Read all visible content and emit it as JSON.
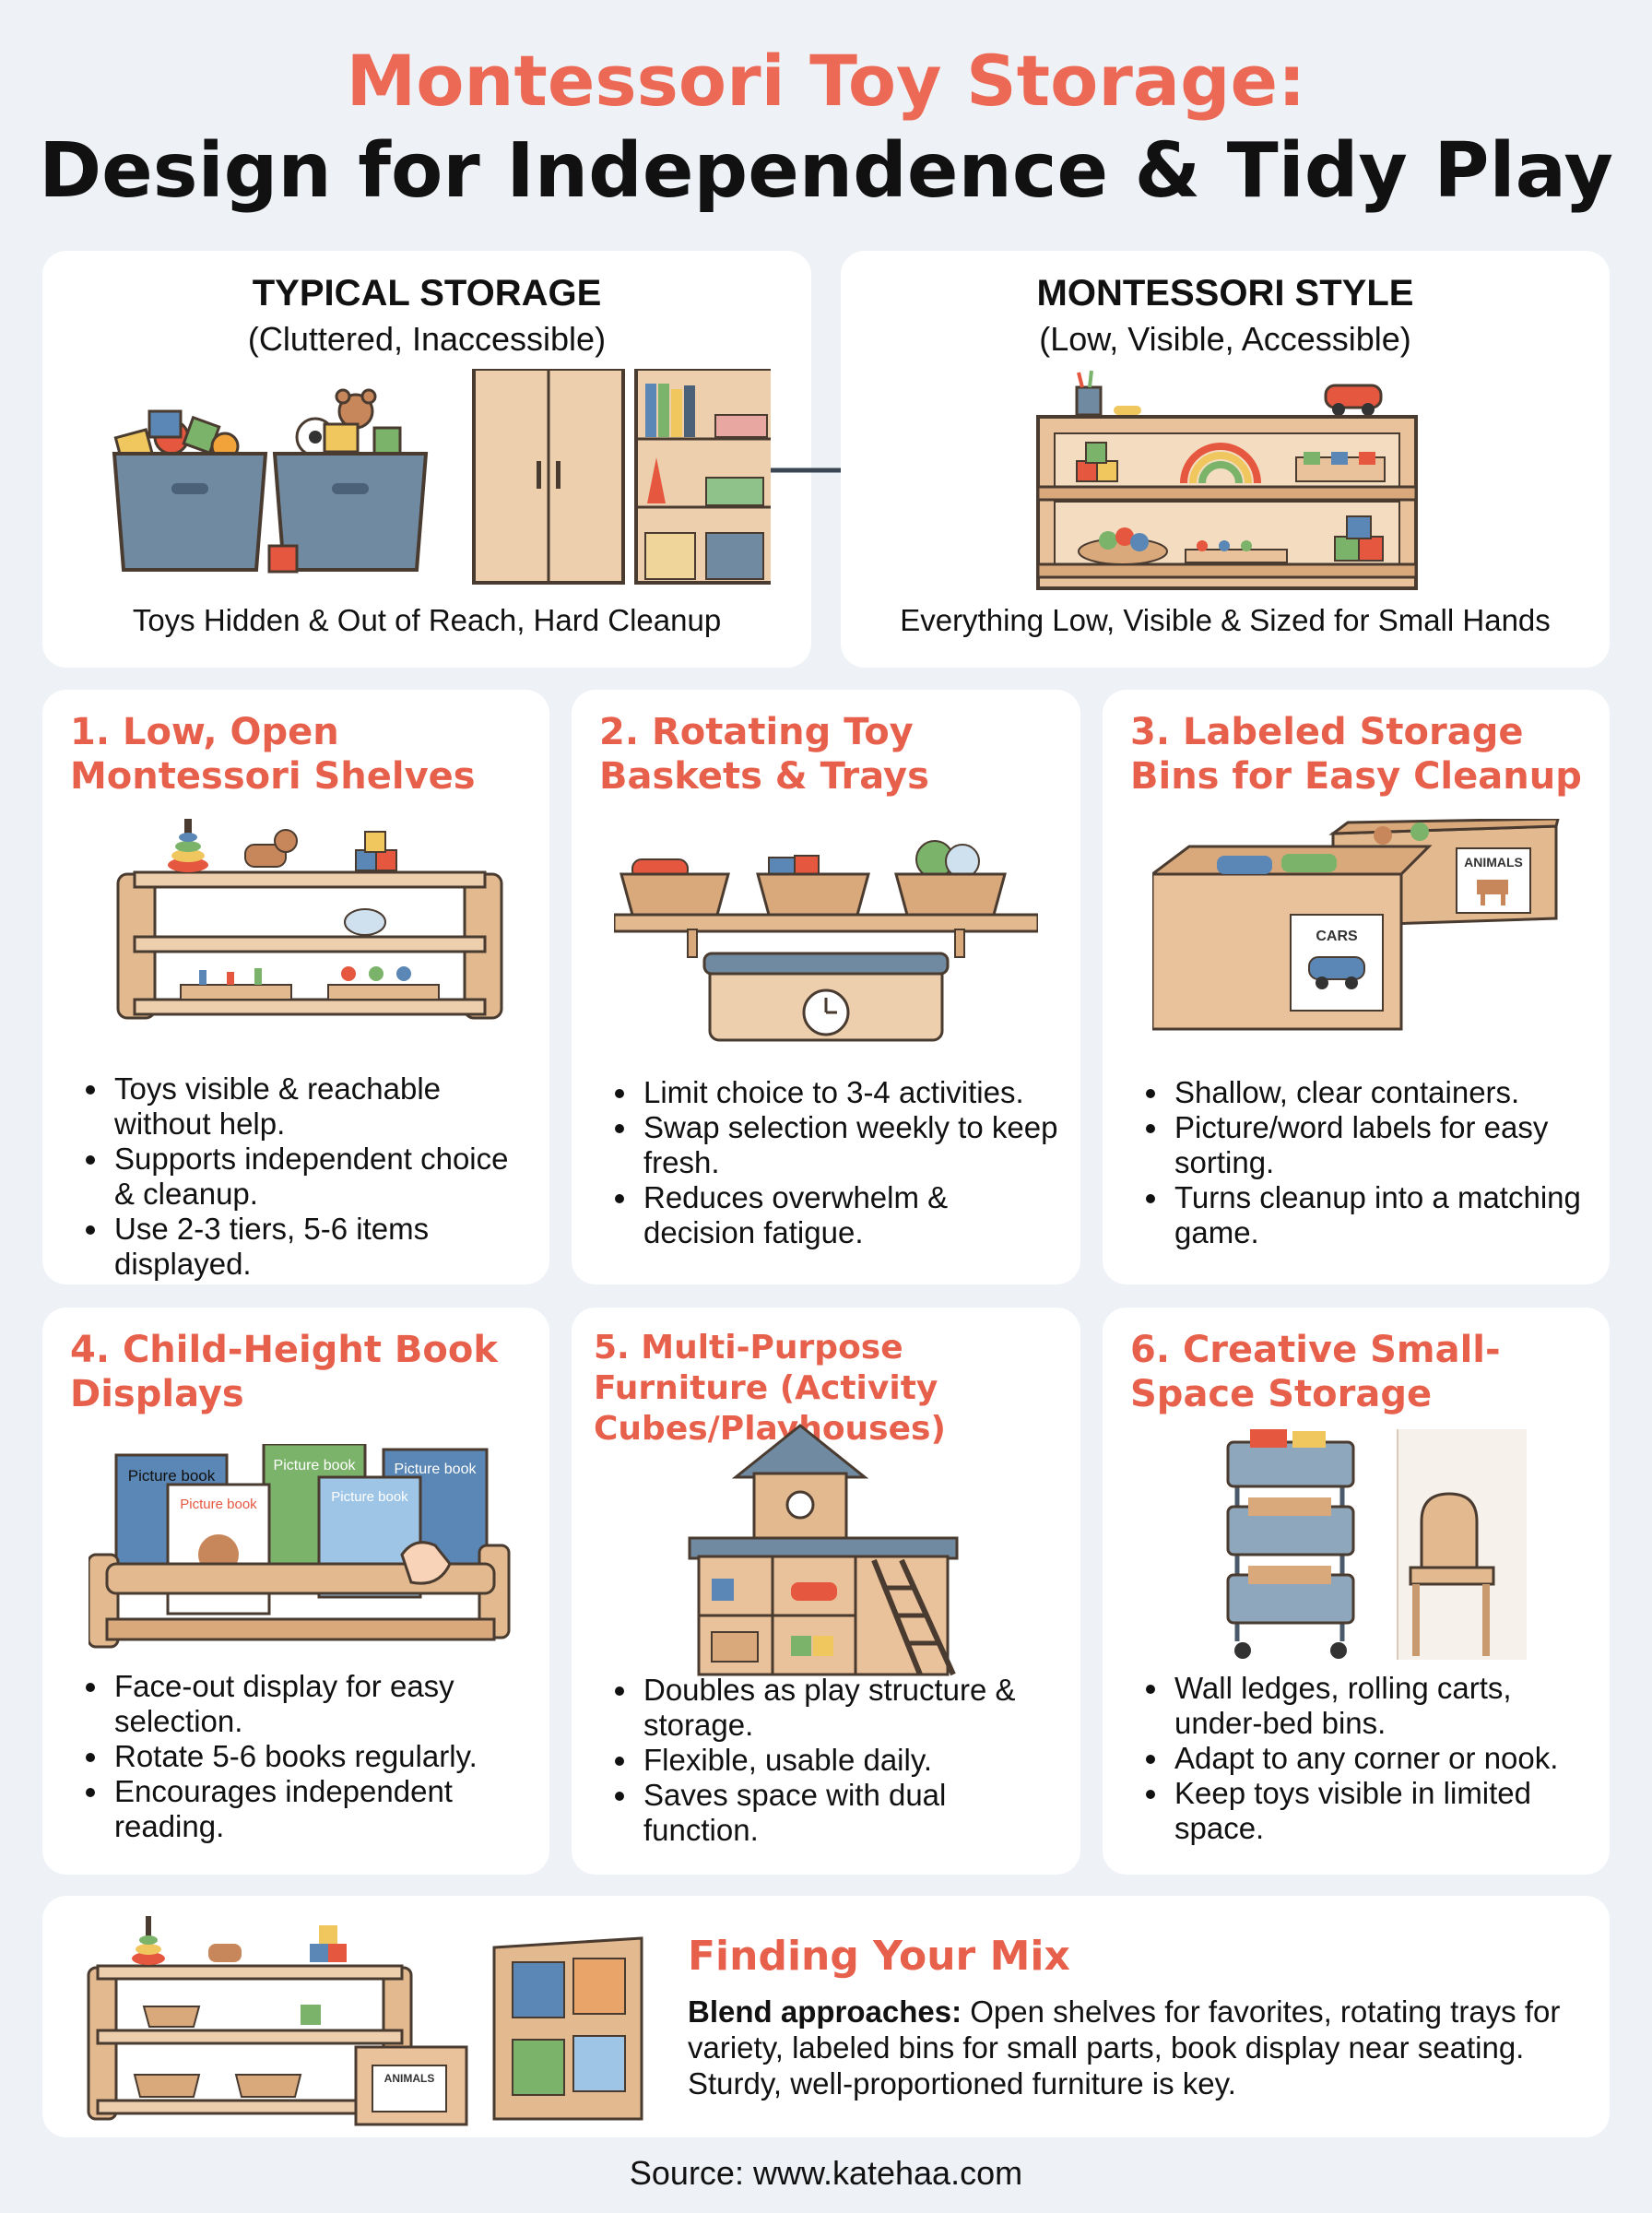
{
  "header": {
    "title_line1": "Montessori Toy Storage:",
    "title_line2": "Design for Independence & Tidy Play"
  },
  "comparison": {
    "typical": {
      "heading": "TYPICAL STORAGE",
      "subheading": "(Cluttered, Inaccessible)",
      "caption": "Toys Hidden & Out of Reach, Hard Cleanup"
    },
    "montessori": {
      "heading": "MONTESSORI STYLE",
      "subheading": "(Low, Visible, Accessible)",
      "caption": "Everything Low, Visible & Sized for Small Hands"
    }
  },
  "sections": [
    {
      "title": "1. Low, Open Montessori Shelves",
      "bullets": [
        "Toys visible & reachable without help.",
        "Supports independent choice & cleanup.",
        "Use 2-3 tiers, 5-6 items displayed."
      ]
    },
    {
      "title": "2. Rotating Toy Baskets & Trays",
      "bullets": [
        "Limit choice to 3-4 activities.",
        "Swap selection weekly to keep fresh.",
        "Reduces overwhelm & decision fatigue."
      ]
    },
    {
      "title": "3. Labeled Storage Bins for Easy Cleanup",
      "bullets": [
        "Shallow, clear containers.",
        "Picture/word labels for easy sorting.",
        "Turns cleanup into a matching game."
      ],
      "bin_labels": [
        "ANIMALS",
        "CARS"
      ]
    },
    {
      "title": "4. Child-Height Book Displays",
      "bullets": [
        "Face-out display for easy selection.",
        "Rotate 5-6 books regularly.",
        "Encourages independent reading."
      ],
      "book_labels": [
        "Picture book",
        "Picture book",
        "Picture book",
        "Picture book",
        "Picture book"
      ]
    },
    {
      "title": "5. Multi-Purpose Furniture (Activity Cubes/Playhouses)",
      "bullets": [
        "Doubles as play structure & storage.",
        "Flexible, usable daily.",
        "Saves space with dual function."
      ]
    },
    {
      "title": "6. Creative Small-Space Storage",
      "bullets": [
        "Wall ledges, rolling carts, under-bed bins.",
        "Adapt to any corner or nook.",
        "Keep toys visible in limited space."
      ]
    }
  ],
  "mix": {
    "title": "Finding Your Mix",
    "lead": "Blend approaches:",
    "body": " Open shelves for favorites, rotating trays for variety, labeled bins for small parts, book display near seating. Sturdy, well-proportioned furniture is key.",
    "bin_label": "ANIMALS"
  },
  "footer": {
    "source": "Source: www.katehaa.com"
  },
  "colors": {
    "accent": "#e7604c",
    "wood": "#e3b98f",
    "wood_dark": "#7a5a40",
    "bin_blue": "#6f8aa1",
    "background": "#eef1f6"
  }
}
